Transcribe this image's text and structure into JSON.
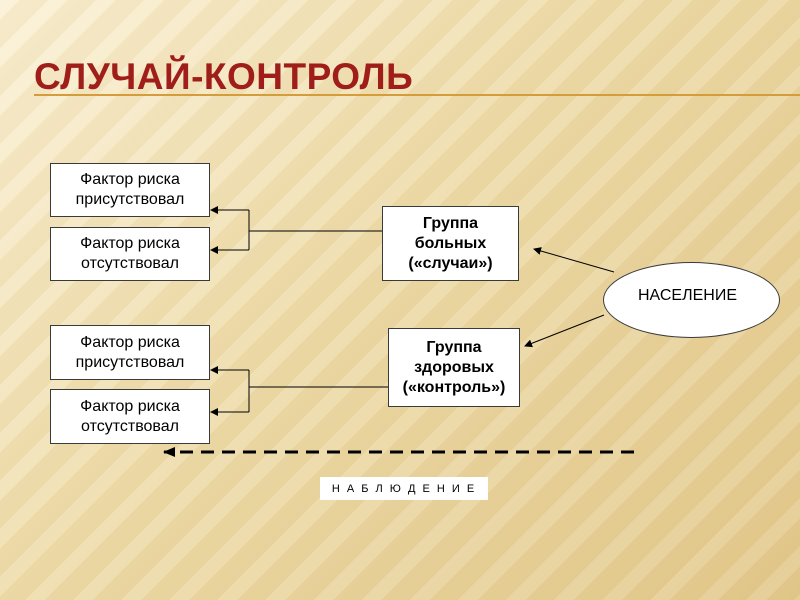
{
  "slide": {
    "title": "СЛУЧАЙ-КОНТРОЛЬ",
    "observation_label": "Н А Б Л Ю Д Е Н И Е",
    "colors": {
      "title": "#a01e1a",
      "rule": "#d59c3c"
    }
  },
  "chart_data": {
    "type": "diagram",
    "nodes": {
      "population": "НАСЕЛЕНИЕ",
      "cases": "Группа больных («случаи»)",
      "controls": "Группа здоровых («контроль»)",
      "cases_present": "Фактор риска присутствовал",
      "cases_absent": "Фактор риска отсутствовал",
      "controls_present": "Фактор риска присутствовал",
      "controls_absent": "Фактор риска отсутствовал"
    },
    "edges": [
      {
        "from": "population",
        "to": "cases"
      },
      {
        "from": "population",
        "to": "controls"
      },
      {
        "from": "cases",
        "to": "cases_present"
      },
      {
        "from": "cases",
        "to": "cases_absent"
      },
      {
        "from": "controls",
        "to": "controls_present"
      },
      {
        "from": "controls",
        "to": "controls_absent"
      }
    ],
    "direction_arrow": "right-to-left (dashed)"
  }
}
